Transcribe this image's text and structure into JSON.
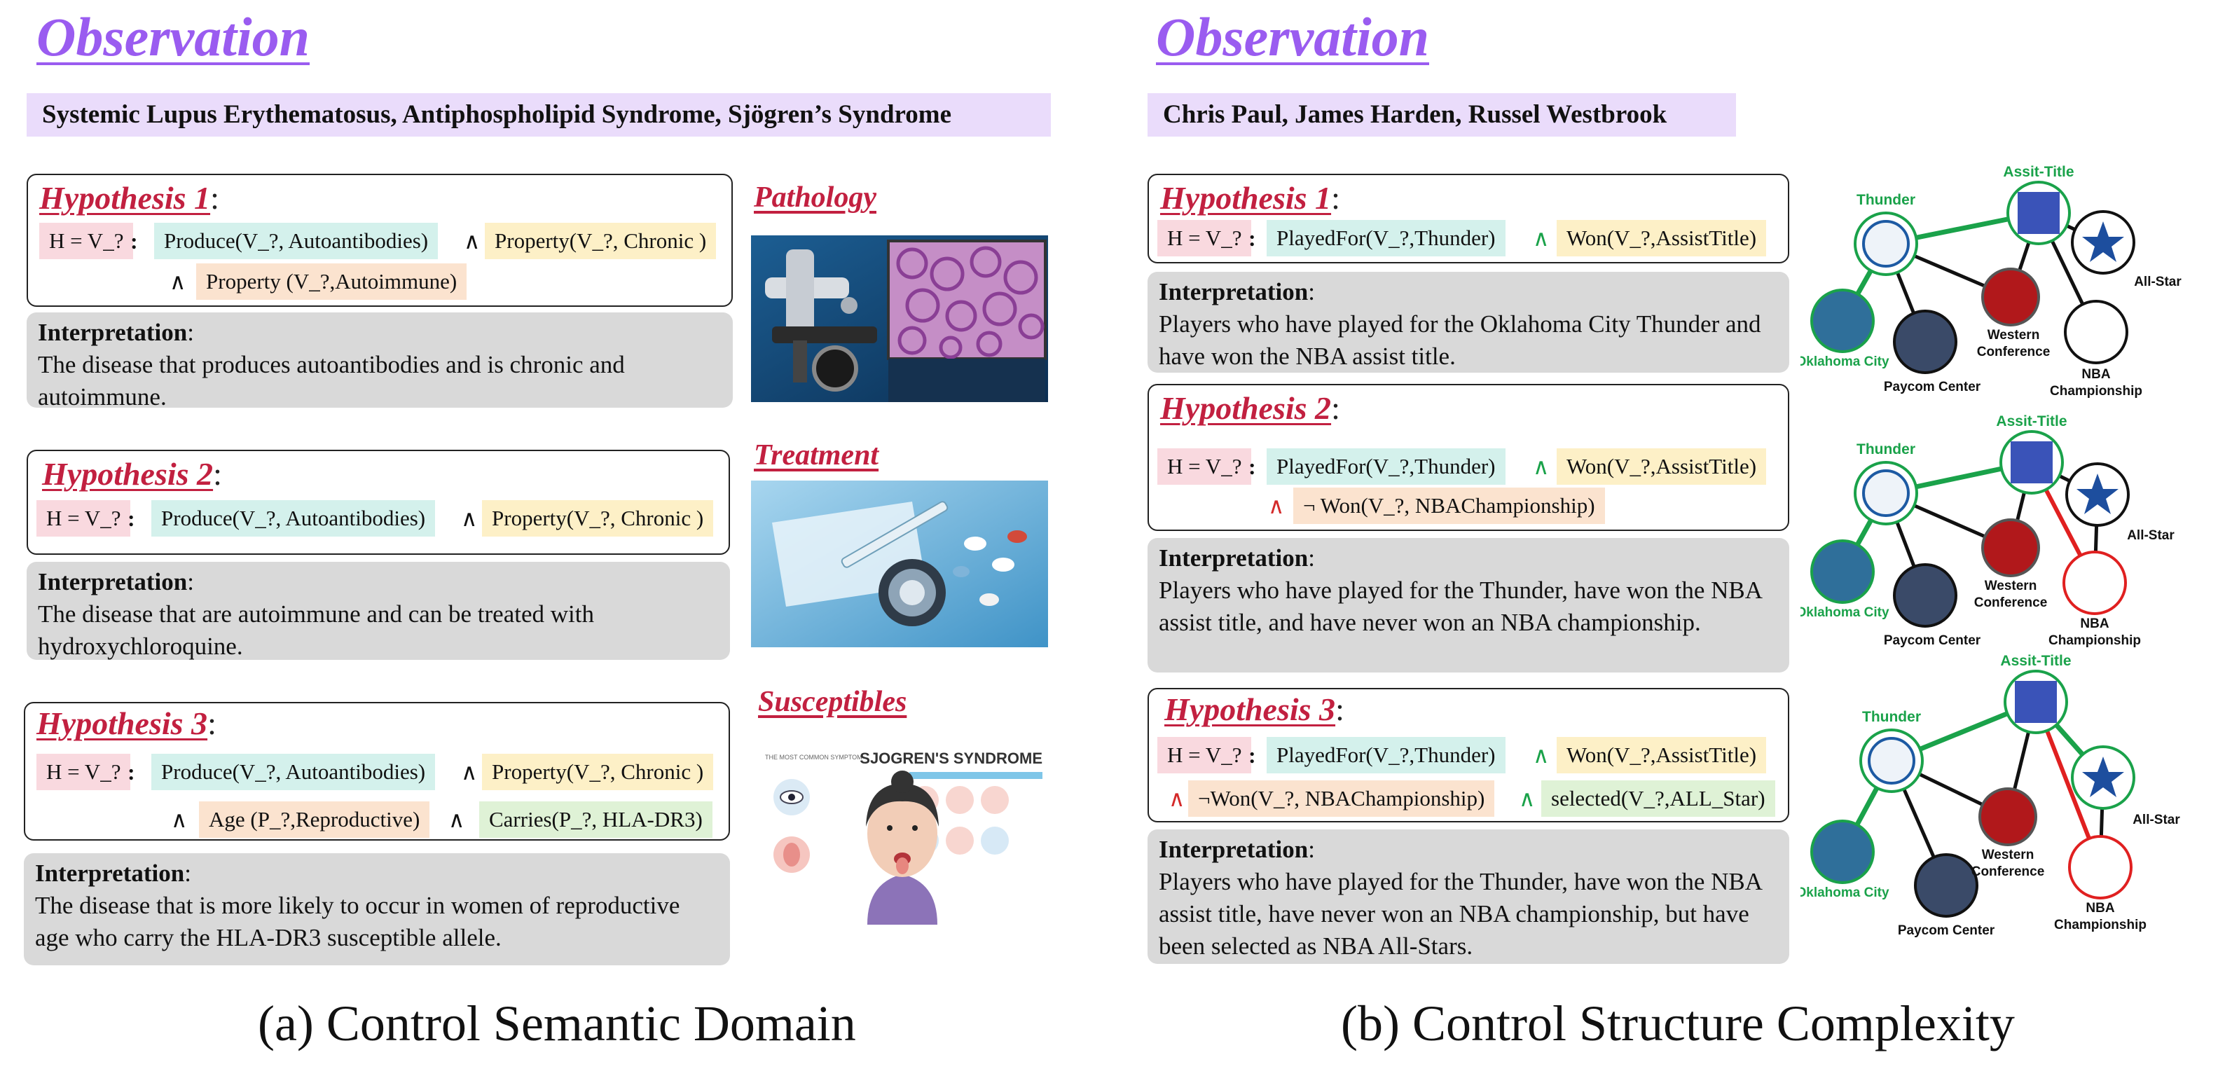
{
  "left": {
    "observation_title": "Observation",
    "observation": "Systemic Lupus Erythematosus, Antiphospholipid Syndrome, Sjögren’s Syndrome",
    "hypotheses": [
      {
        "title": "Hypothesis 1",
        "colon": ":",
        "h": "H = V_?",
        "sep": ":",
        "produce": "Produce(V_?,  Autoantibodies)",
        "and1": "∧",
        "prop1": "Property(V_?, Chronic )",
        "and2": "∧",
        "prop2": "Property (V_?,Autoimmune)",
        "interp_label": "Interpretation",
        "interp_colon": ":",
        "interp": "The disease that produces autoantibodies and is chronic and autoimmune."
      },
      {
        "title": "Hypothesis 2",
        "colon": ":",
        "h": "H = V_?",
        "sep": ":",
        "produce": "Produce(V_?,  Autoantibodies)",
        "and1": "∧",
        "prop1": "Property(V_?, Chronic )",
        "interp_label": "Interpretation",
        "interp_colon": ":",
        "interp": "The disease that are autoimmune and can be treated with hydroxychloroquine."
      },
      {
        "title": "Hypothesis 3",
        "colon": ":",
        "h": "H = V_?",
        "sep": ":",
        "produce": "Produce(V_?,  Autoantibodies)",
        "and1": "∧",
        "prop1": "Property(V_?, Chronic )",
        "and2": "∧",
        "age": "Age (P_?,Reproductive)",
        "and3": "∧",
        "carries": "Carries(P_?, HLA-DR3)",
        "interp_label": "Interpretation",
        "interp_colon": ":",
        "interp": "The disease that is more likely to occur in women of reproductive age who carry the HLA-DR3 susceptible allele."
      }
    ],
    "side_labels": [
      "Pathology",
      "Treatment",
      "Susceptibles"
    ],
    "sjogren_poster": {
      "small": "THE MOST COMMON SYMPTOM",
      "title": "SJOGREN'S SYNDROME"
    },
    "caption": "(a) Control Semantic Domain"
  },
  "right": {
    "observation_title": "Observation",
    "observation": "Chris Paul, James Harden, Russel Westbrook",
    "hypotheses": [
      {
        "title": "Hypothesis 1",
        "colon": ":",
        "h": "H = V_?",
        "sep": ":",
        "played": "PlayedFor(V_?,Thunder)",
        "and1": "∧",
        "won": "Won(V_?,AssistTitle)",
        "interp_label": "Interpretation",
        "interp_colon": ":",
        "interp": "Players who have played for the Oklahoma City Thunder and have won the NBA assist title."
      },
      {
        "title": "Hypothesis 2",
        "colon": ":",
        "h": "H = V_?",
        "sep": ":",
        "played": "PlayedFor(V_?,Thunder)",
        "and1": "∧",
        "won": "Won(V_?,AssistTitle)",
        "and2": "∧",
        "notwon": "¬ Won(V_?, NBAChampionship)",
        "interp_label": "Interpretation",
        "interp_colon": ":",
        "interp": "Players who have played for the Thunder, have won the NBA assist title, and have never won an NBA championship."
      },
      {
        "title": "Hypothesis 3",
        "colon": ":",
        "h": "H = V_?",
        "sep": ":",
        "played": "PlayedFor(V_?,Thunder)",
        "and1": "∧",
        "won": "Won(V_?,AssistTitle)",
        "and2": "∧",
        "notwon": "¬Won(V_?, NBAChampionship)",
        "and3": "∧",
        "selected": "selected(V_?,ALL_Star)",
        "interp_label": "Interpretation",
        "interp_colon": ":",
        "interp": "Players who have played for the  Thunder, have won the NBA assist title, have never won an NBA championship, but have been selected as NBA All-Stars."
      }
    ],
    "graph": {
      "nodes": {
        "thunder": "Thunder",
        "assist": "Assit-Title",
        "allstar": "All-Star",
        "okc": "Oklahoma City",
        "paycom": "Paycom Center",
        "western1": "Western",
        "western2": "Conference",
        "finals1": "NBA",
        "finals2": "Championship"
      },
      "colors": {
        "green": "#1aa24a",
        "red": "#e02020",
        "black": "#111111"
      }
    },
    "caption": "(b) Control Structure Complexity"
  }
}
